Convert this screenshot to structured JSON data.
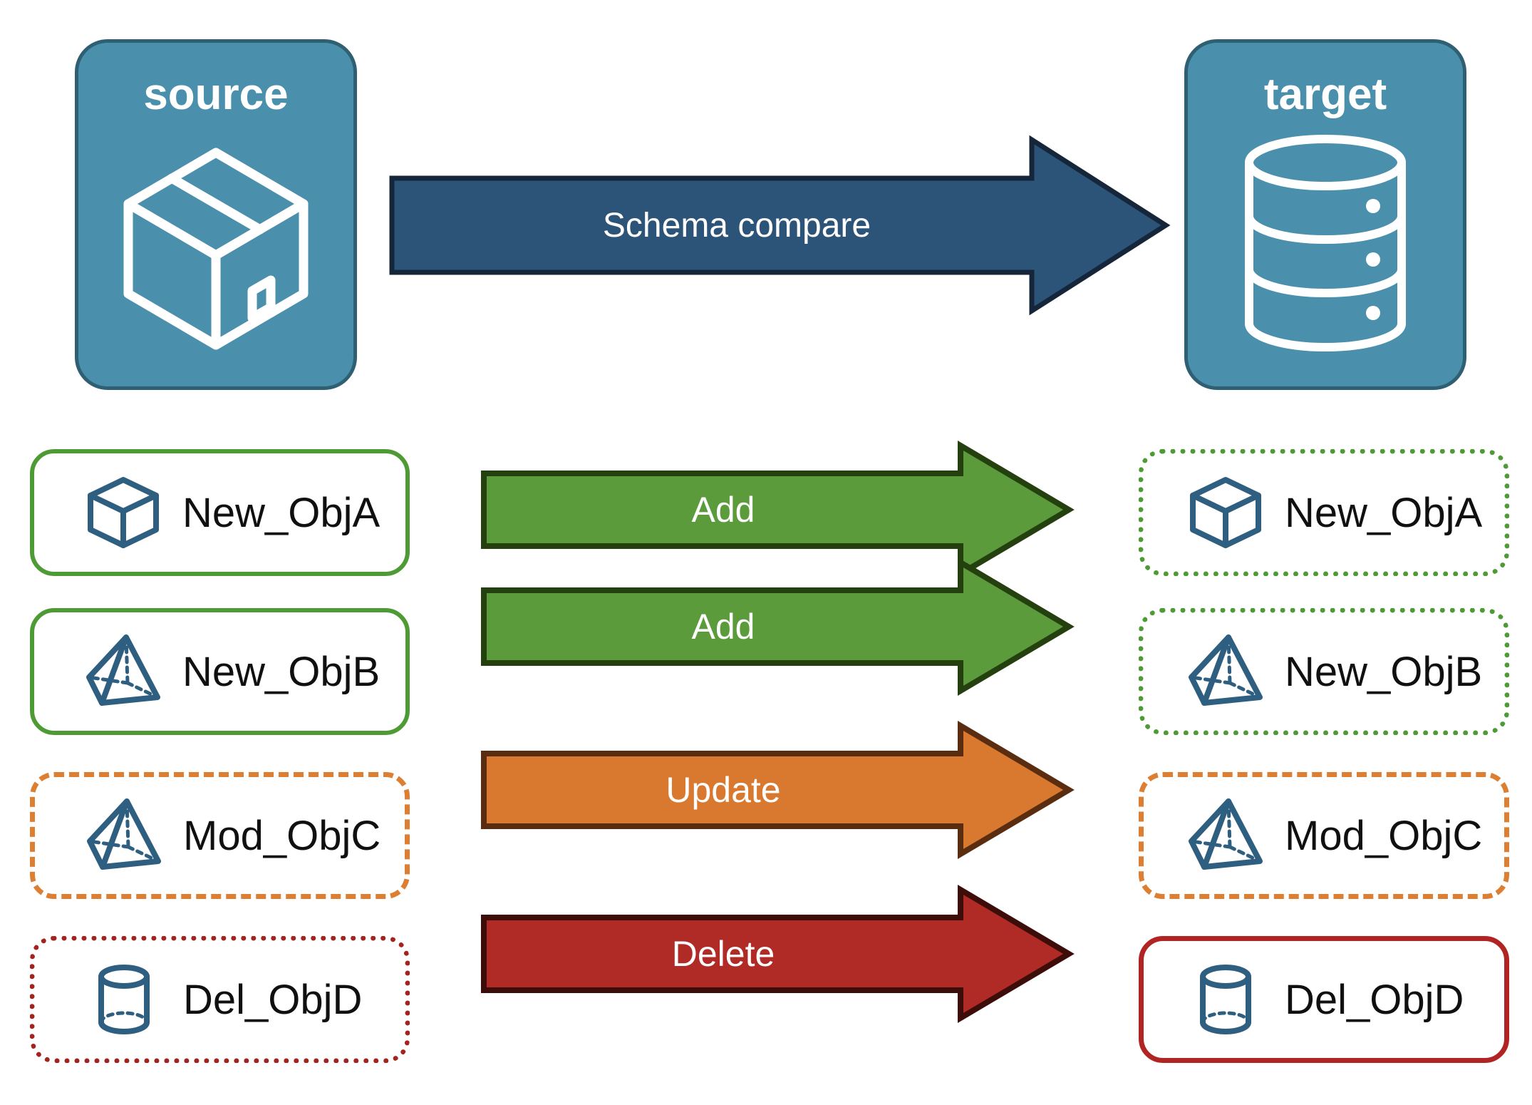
{
  "diagram": {
    "title_visible": false
  },
  "endpoints": {
    "source": {
      "label": "source",
      "icon": "package-box-icon",
      "fill": "#4a8fab",
      "border": "#2f5f72"
    },
    "target": {
      "label": "target",
      "icon": "database-cylinder-icon",
      "fill": "#4a8fab",
      "border": "#2f5f72"
    }
  },
  "main_arrow": {
    "label": "Schema compare",
    "fill": "#2c5478",
    "stroke": "#16263a",
    "direction": "right"
  },
  "rows": [
    {
      "action": "Add",
      "arrow_fill": "#5b9b3c",
      "arrow_stroke": "#24400f",
      "source": {
        "label": "New_ObjA",
        "icon": "cube-wireframe-icon",
        "border_color": "#4e9b35",
        "border_style": "solid"
      },
      "target": {
        "label": "New_ObjA",
        "icon": "cube-wireframe-icon",
        "border_color": "#4e9b35",
        "border_style": "dotted"
      }
    },
    {
      "action": "Add",
      "arrow_fill": "#5b9b3c",
      "arrow_stroke": "#24400f",
      "source": {
        "label": "New_ObjB",
        "icon": "pyramid-wireframe-icon",
        "border_color": "#4e9b35",
        "border_style": "solid"
      },
      "target": {
        "label": "New_ObjB",
        "icon": "pyramid-wireframe-icon",
        "border_color": "#4e9b35",
        "border_style": "dotted"
      }
    },
    {
      "action": "Update",
      "arrow_fill": "#d9782f",
      "arrow_stroke": "#5a2d10",
      "source": {
        "label": "Mod_ObjC",
        "icon": "pyramid-wireframe-icon",
        "border_color": "#dd7f33",
        "border_style": "dashed"
      },
      "target": {
        "label": "Mod_ObjC",
        "icon": "pyramid-wireframe-icon",
        "border_color": "#dd7f33",
        "border_style": "dashed"
      }
    },
    {
      "action": "Delete",
      "arrow_fill": "#b02a26",
      "arrow_stroke": "#3d0d0a",
      "source": {
        "label": "Del_ObjD",
        "icon": "cylinder-wireframe-icon",
        "border_color": "#a5231f",
        "border_style": "dotted"
      },
      "target": {
        "label": "Del_ObjD",
        "icon": "cylinder-wireframe-icon",
        "border_color": "#b02423",
        "border_style": "solid"
      }
    }
  ],
  "palette": {
    "teal": "#4a8fab",
    "navy": "#2c5478",
    "green": "#5b9b3c",
    "orange": "#d9782f",
    "red": "#b02a26",
    "icon_blue": "#2f5f80",
    "text_dark": "#101010",
    "white": "#ffffff"
  }
}
